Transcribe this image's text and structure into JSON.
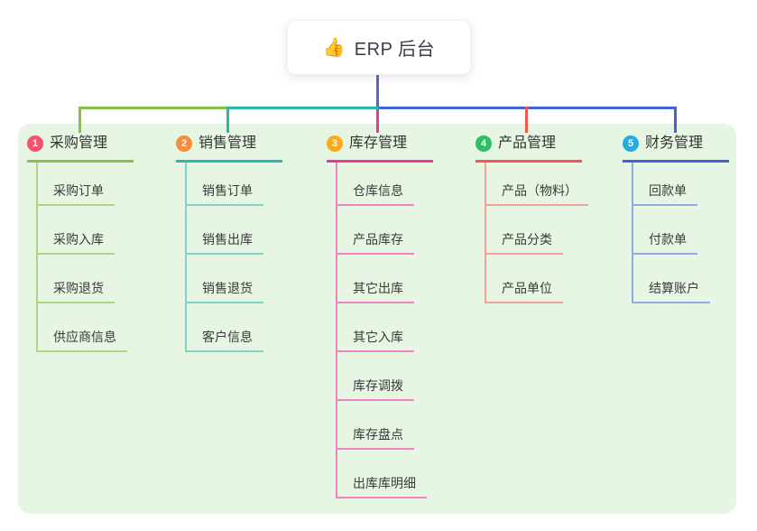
{
  "root": {
    "label": "ERP 后台",
    "icon": "thumbs-up-icon",
    "emoji": "👍"
  },
  "colors": {
    "panel_bg": "#e7f6e2",
    "root_line": "#5b66c3",
    "card_bg": "#ffffff",
    "text": "#333333"
  },
  "branches": [
    {
      "index": "1",
      "label": "采购管理",
      "badge_color": "#f4526e",
      "line_color": "#8abf4c",
      "child_line_color": "#aed581",
      "children": [
        "采购订单",
        "采购入库",
        "采购退货",
        "供应商信息"
      ]
    },
    {
      "index": "2",
      "label": "销售管理",
      "badge_color": "#f78e3d",
      "line_color": "#2ab6b0",
      "child_line_color": "#7fd3cc",
      "children": [
        "销售订单",
        "销售出库",
        "销售退货",
        "客户信息"
      ]
    },
    {
      "index": "3",
      "label": "库存管理",
      "badge_color": "#fbab1a",
      "line_color": "#e6399b",
      "child_line_color": "#f283c1",
      "children": [
        "仓库信息",
        "产品库存",
        "其它出库",
        "其它入库",
        "库存调拨",
        "库存盘点",
        "出库库明细"
      ]
    },
    {
      "index": "4",
      "label": "产品管理",
      "badge_color": "#2fbe62",
      "line_color": "#f2574f",
      "child_line_color": "#f79f9a",
      "children": [
        "产品（物料）",
        "产品分类",
        "产品单位"
      ]
    },
    {
      "index": "5",
      "label": "财务管理",
      "badge_color": "#29a9e1",
      "line_color": "#4262d8",
      "child_line_color": "#93a8e6",
      "children": [
        "回款单",
        "付款单",
        "结算账户"
      ]
    }
  ]
}
